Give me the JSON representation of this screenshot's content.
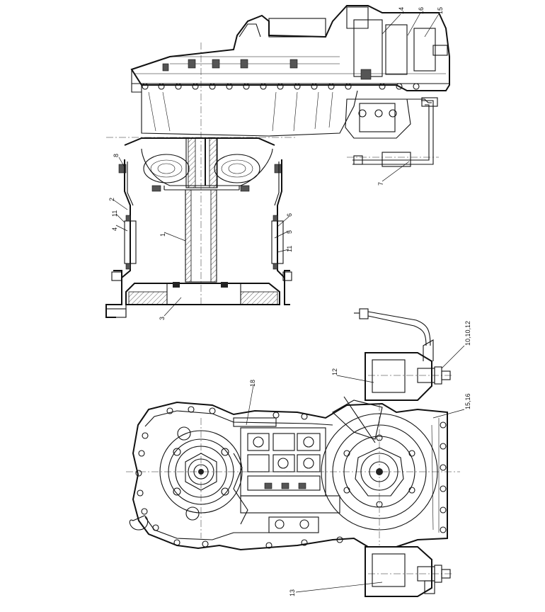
{
  "drawing": {
    "top_view_callouts": [
      {
        "id": "c14",
        "text": "14"
      },
      {
        "id": "c16",
        "text": "16"
      },
      {
        "id": "c15",
        "text": "15"
      },
      {
        "id": "c7",
        "text": "7"
      },
      {
        "id": "c8",
        "text": "8"
      },
      {
        "id": "c2",
        "text": "2"
      },
      {
        "id": "c11a",
        "text": "11"
      },
      {
        "id": "c4",
        "text": "4"
      },
      {
        "id": "c1",
        "text": "1"
      },
      {
        "id": "c6",
        "text": "6"
      },
      {
        "id": "c5",
        "text": "5"
      },
      {
        "id": "c11b",
        "text": "11"
      },
      {
        "id": "c3",
        "text": "3"
      }
    ],
    "bottom_view_callouts": [
      {
        "id": "c101012",
        "text": "10,10,12"
      },
      {
        "id": "c12",
        "text": "12"
      },
      {
        "id": "c1516",
        "text": "15,16"
      },
      {
        "id": "c18",
        "text": "18"
      },
      {
        "id": "c13",
        "text": "13"
      }
    ]
  }
}
